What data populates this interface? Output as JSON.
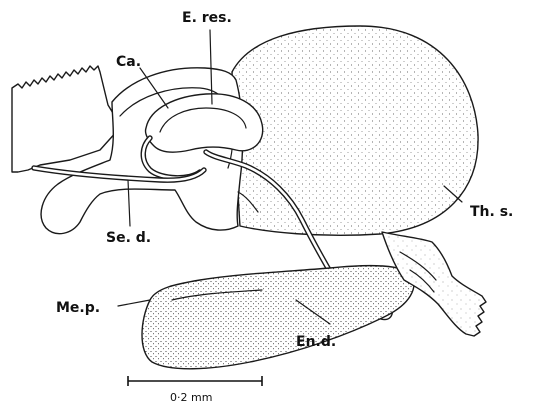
{
  "labels": {
    "e_res": "E. res.",
    "ca": "Ca.",
    "th_s": "Th. s.",
    "se_d": "Se. d.",
    "me_p": "Me.p.",
    "en_d": "En.d."
  },
  "scale_bar": {
    "label": "0·2 mm"
  },
  "colors": {
    "ink": "#1a1a1a",
    "paper": "#ffffff"
  }
}
